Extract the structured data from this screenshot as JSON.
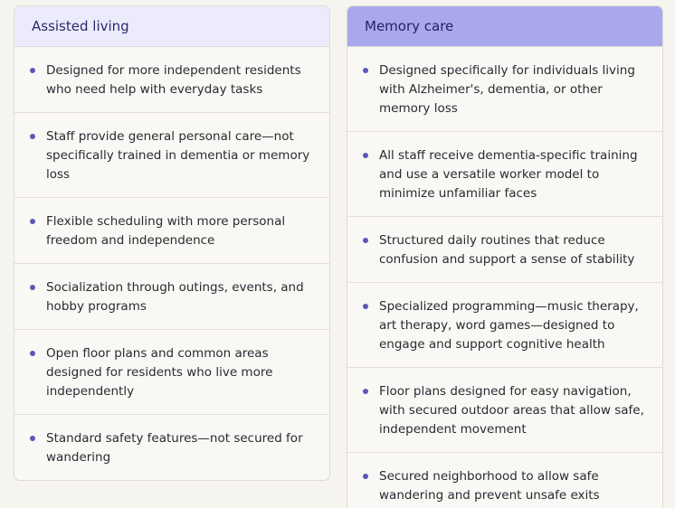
{
  "assisted": {
    "title": "Assisted living",
    "items": [
      "Designed for more independent residents who need help with everyday tasks",
      "Staff provide general personal care—not specifically trained in dementia or memory loss",
      "Flexible scheduling with more personal freedom and independence",
      "Socialization through outings, events, and hobby programs",
      "Open floor plans and common areas designed for residents who live more independently",
      "Standard safety features—not secured for wandering"
    ]
  },
  "memory": {
    "title": "Memory care",
    "items": [
      "Designed specifically for individuals living with Alzheimer's, dementia, or other memory loss",
      "All staff receive dementia-specific training and use a versatile worker model to minimize unfamiliar faces",
      "Structured daily routines that reduce confusion and support a sense of stability",
      "Specialized programming—music therapy, art therapy, word games—designed to engage and support cognitive health",
      "Floor plans designed for easy navigation, with secured outdoor areas that allow safe, independent movement",
      "Secured neighborhood to allow safe wandering and prevent unsafe exits"
    ]
  },
  "colors": {
    "bullet": "#5b58b8",
    "left_header_bg": "#ecebfb",
    "right_header_bg": "#aaa8ec",
    "header_text": "#2b2a6e"
  }
}
